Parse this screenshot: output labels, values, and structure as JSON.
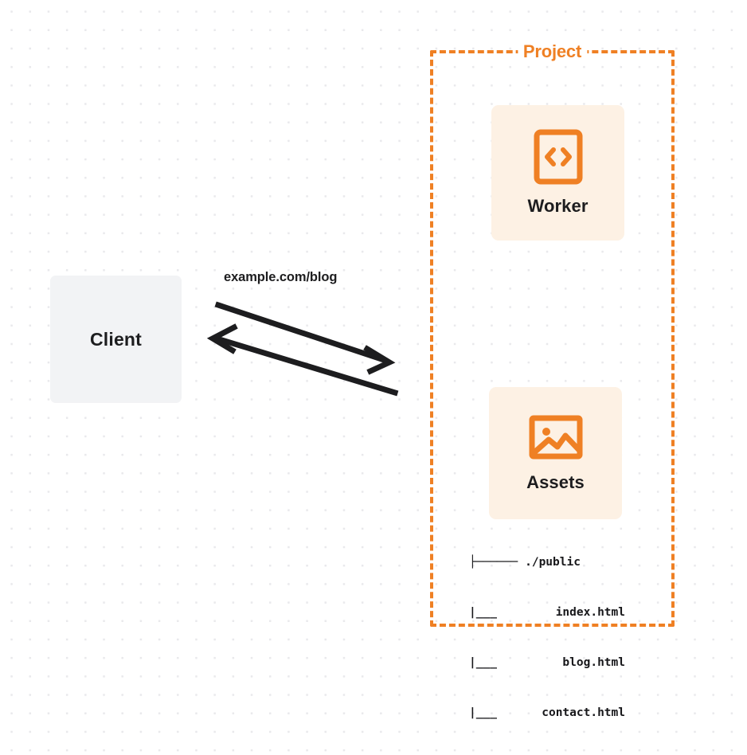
{
  "diagram": {
    "title": "Project",
    "background": {
      "type": "dot-grid",
      "dot_color": "#e9e9ec",
      "page_color": "#ffffff"
    },
    "accent_color": "#ef8024",
    "card_color": "#fdf1e4",
    "client_color": "#f2f3f5",
    "text_color": "#1d1d1f"
  },
  "client": {
    "label": "Client",
    "icon": "client-box"
  },
  "connection": {
    "label": "example.com/blog",
    "request_arrow": {
      "direction": "right",
      "description": "client to project"
    },
    "response_arrow": {
      "direction": "left",
      "description": "project to client"
    },
    "stroke_color": "#1d1d1f"
  },
  "project": {
    "title": "Project",
    "border_style": "dashed",
    "border_color": "#ef8024",
    "services": [
      {
        "label": "Worker",
        "icon": "code-file-icon"
      },
      {
        "label": "Assets",
        "icon": "image-icon"
      }
    ]
  },
  "file_tree": {
    "rows": [
      {
        "branch": "├──────",
        "name": "./public"
      },
      {
        "branch": "|___",
        "name": "index.html"
      },
      {
        "branch": "|___",
        "name": "blog.html"
      },
      {
        "branch": "|___",
        "name": "contact.html"
      }
    ]
  }
}
